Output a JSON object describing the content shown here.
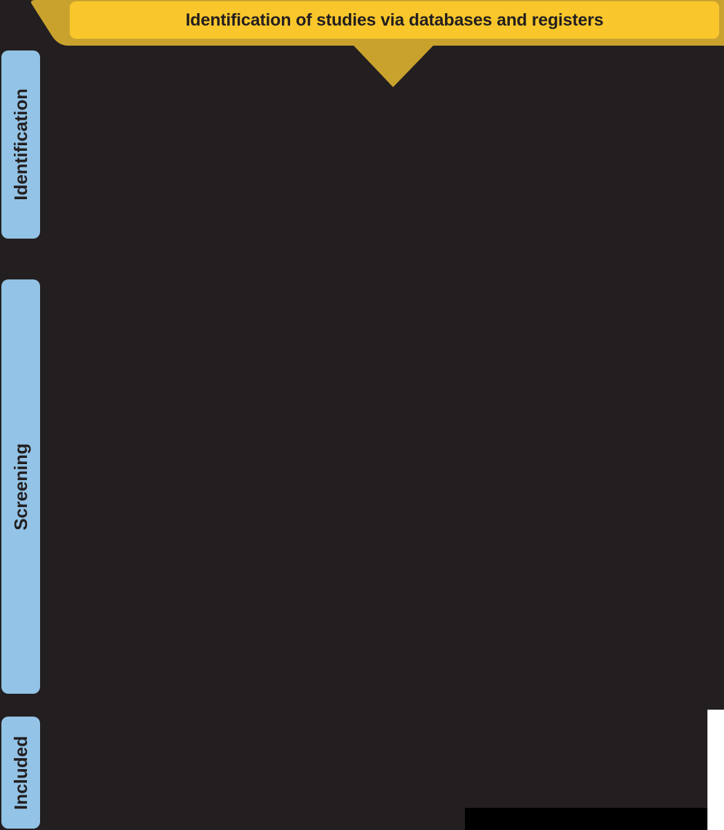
{
  "diagram": {
    "type": "prisma-flow-diagram",
    "background_color": "#231F20"
  },
  "header": {
    "title": "Identification of studies via databases and registers",
    "banner_color": "#F9C72C",
    "banner_shadow_color": "#C9A22E",
    "text_color": "#231F20"
  },
  "stages": [
    {
      "id": "identification",
      "label": "Identification",
      "color": "#93C3E6"
    },
    {
      "id": "screening",
      "label": "Screening",
      "color": "#93C3E6"
    },
    {
      "id": "included",
      "label": "Included",
      "color": "#93C3E6"
    }
  ],
  "artifacts": {
    "white_panel_color": "#FFFFFF",
    "black_bar_color": "#000000"
  }
}
